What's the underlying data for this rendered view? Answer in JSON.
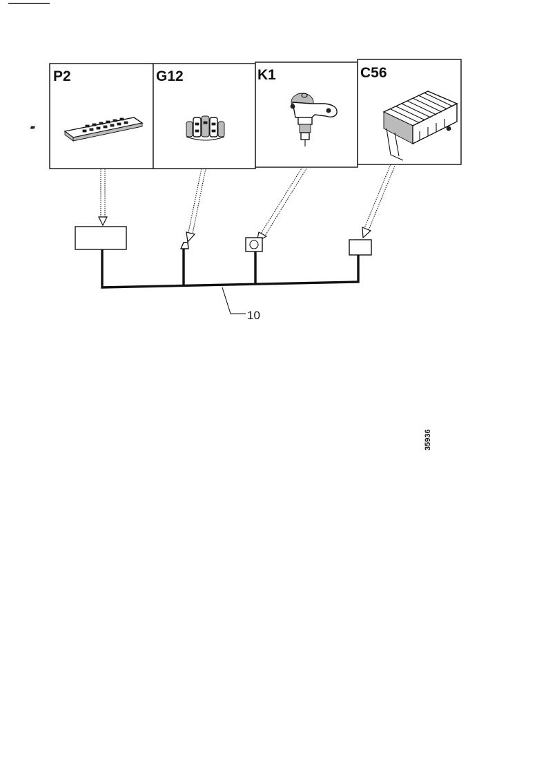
{
  "panels": [
    {
      "id": "p2",
      "label": "P2"
    },
    {
      "id": "g12",
      "label": "G12"
    },
    {
      "id": "k1",
      "label": "K1"
    },
    {
      "id": "c56",
      "label": "C56"
    }
  ],
  "harness": {
    "callout": "10"
  },
  "figure_number": "35936"
}
